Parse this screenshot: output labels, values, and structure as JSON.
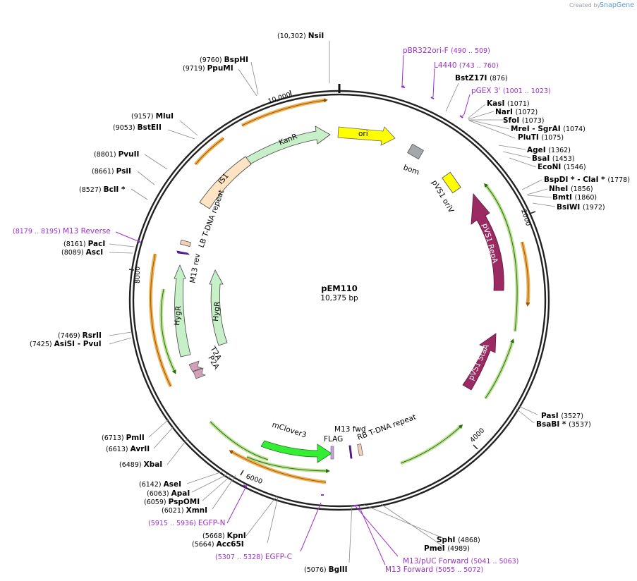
{
  "credit": {
    "text": "Created by",
    "brand": "SnapGene"
  },
  "plasmid": {
    "name": "pEM110",
    "size_label": "10,375 bp",
    "length": 10375
  },
  "ticks": [
    "2000",
    "4000",
    "6000",
    "8000",
    "10,000"
  ],
  "sites": [
    {
      "name": "NsiI",
      "pos": "(10,302)"
    },
    {
      "name": "BspHI",
      "pos": "(9760)"
    },
    {
      "name": "PpuMI",
      "pos": "(9719)"
    },
    {
      "name": "MluI",
      "pos": "(9157)"
    },
    {
      "name": "BstEII",
      "pos": "(9053)"
    },
    {
      "name": "PvuII",
      "pos": "(8801)"
    },
    {
      "name": "PsiI",
      "pos": "(8661)"
    },
    {
      "name": "BclI *",
      "pos": "(8527)"
    },
    {
      "name": "PacI",
      "pos": "(8161)"
    },
    {
      "name": "AscI",
      "pos": "(8089)"
    },
    {
      "name": "RsrII",
      "pos": "(7469)"
    },
    {
      "name": "AsiSI  - PvuI",
      "pos": "(7425)"
    },
    {
      "name": "PmlI",
      "pos": "(6713)"
    },
    {
      "name": "AvrII",
      "pos": "(6613)"
    },
    {
      "name": "XbaI",
      "pos": "(6489)"
    },
    {
      "name": "AseI",
      "pos": "(6142)"
    },
    {
      "name": "ApaI",
      "pos": "(6063)"
    },
    {
      "name": "PspOMI",
      "pos": "(6059)"
    },
    {
      "name": "XmnI",
      "pos": "(6021)"
    },
    {
      "name": "KpnI",
      "pos": "(5668)"
    },
    {
      "name": "Acc65I",
      "pos": "(5664)"
    },
    {
      "name": "BglII",
      "pos": "(5076)"
    },
    {
      "name": "SphI",
      "pos": "(4868)"
    },
    {
      "name": "PmeI",
      "pos": "(4989)"
    },
    {
      "name": "PasI",
      "pos": "(3527)"
    },
    {
      "name": "BsaBI *",
      "pos": "(3537)"
    },
    {
      "name": "BstZ17I",
      "pos": "(876)"
    },
    {
      "name": "KasI",
      "pos": "(1071)"
    },
    {
      "name": "NarI",
      "pos": "(1072)"
    },
    {
      "name": "SfoI",
      "pos": "(1073)"
    },
    {
      "name": "MreI  - SgrAI",
      "pos": "(1074)"
    },
    {
      "name": "PluTI",
      "pos": "(1075)"
    },
    {
      "name": "AgeI",
      "pos": "(1362)"
    },
    {
      "name": "BsaI",
      "pos": "(1453)"
    },
    {
      "name": "EcoNI",
      "pos": "(1546)"
    },
    {
      "name": "BspDI *  - ClaI *",
      "pos": "(1778)"
    },
    {
      "name": "NheI",
      "pos": "(1856)"
    },
    {
      "name": "BmtI",
      "pos": "(1860)"
    },
    {
      "name": "BsiWI",
      "pos": "(1972)"
    }
  ],
  "primers": [
    {
      "name": "pBR322ori-F",
      "range": "(490 .. 509)"
    },
    {
      "name": "L4440",
      "range": "(743 .. 760)"
    },
    {
      "name": "pGEX 3'",
      "range": "(1001 .. 1023)"
    },
    {
      "name": "M13 Reverse",
      "range": "(8179 .. 8195)"
    },
    {
      "name": "EGFP-N",
      "range": "(5915 .. 5936)"
    },
    {
      "name": "EGFP-C",
      "range": "(5307 .. 5328)"
    },
    {
      "name": "M13/pUC Forward",
      "range": "(5041 .. 5063)"
    },
    {
      "name": "M13 Forward",
      "range": "(5055 .. 5072)"
    }
  ],
  "features": [
    "ori",
    "bom",
    "pVS1 oriV",
    "pVS1 RepA",
    "pVS1 StaA",
    "KanR",
    "IS1",
    "LB T-DNA repeat",
    "M13 rev",
    "HygR",
    "HygR",
    "T2A",
    "P2A",
    "mClover3",
    "FLAG",
    "M13 fwd",
    "RB T-DNA repeat"
  ],
  "colors": {
    "primer": "#9b30c8",
    "ori": "#ffff00",
    "kanr": "#c8f0c8",
    "is1": "#ffe4c4",
    "repa": "#9c2a62",
    "mclover": "#33ee33",
    "orange_arc": "#f0a030",
    "green_arc": "#5ba31a"
  }
}
